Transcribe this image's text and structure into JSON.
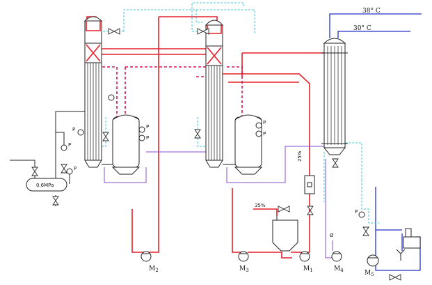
{
  "labels": {
    "temp_top": "38° C",
    "temp_second": "30° C",
    "tank_pressure": "0.6MPa",
    "conc_25": "25%",
    "conc_35": "35%",
    "gauge_mark": "P",
    "small_mark": "Ø"
  },
  "pumps": {
    "m1": "M",
    "m1_sub": "1",
    "m2": "M",
    "m2_sub": "2",
    "m3": "M",
    "m3_sub": "3",
    "m4": "M",
    "m4_sub": "4",
    "m5": "M",
    "m5_sub": "5"
  },
  "colors": {
    "steam_line": "#e5202a",
    "vapor_dashed": "#d4145a",
    "cooling_dashed": "#3fc7dc",
    "product_line": "#8a4fcf",
    "cooling_water": "#2133c9"
  }
}
